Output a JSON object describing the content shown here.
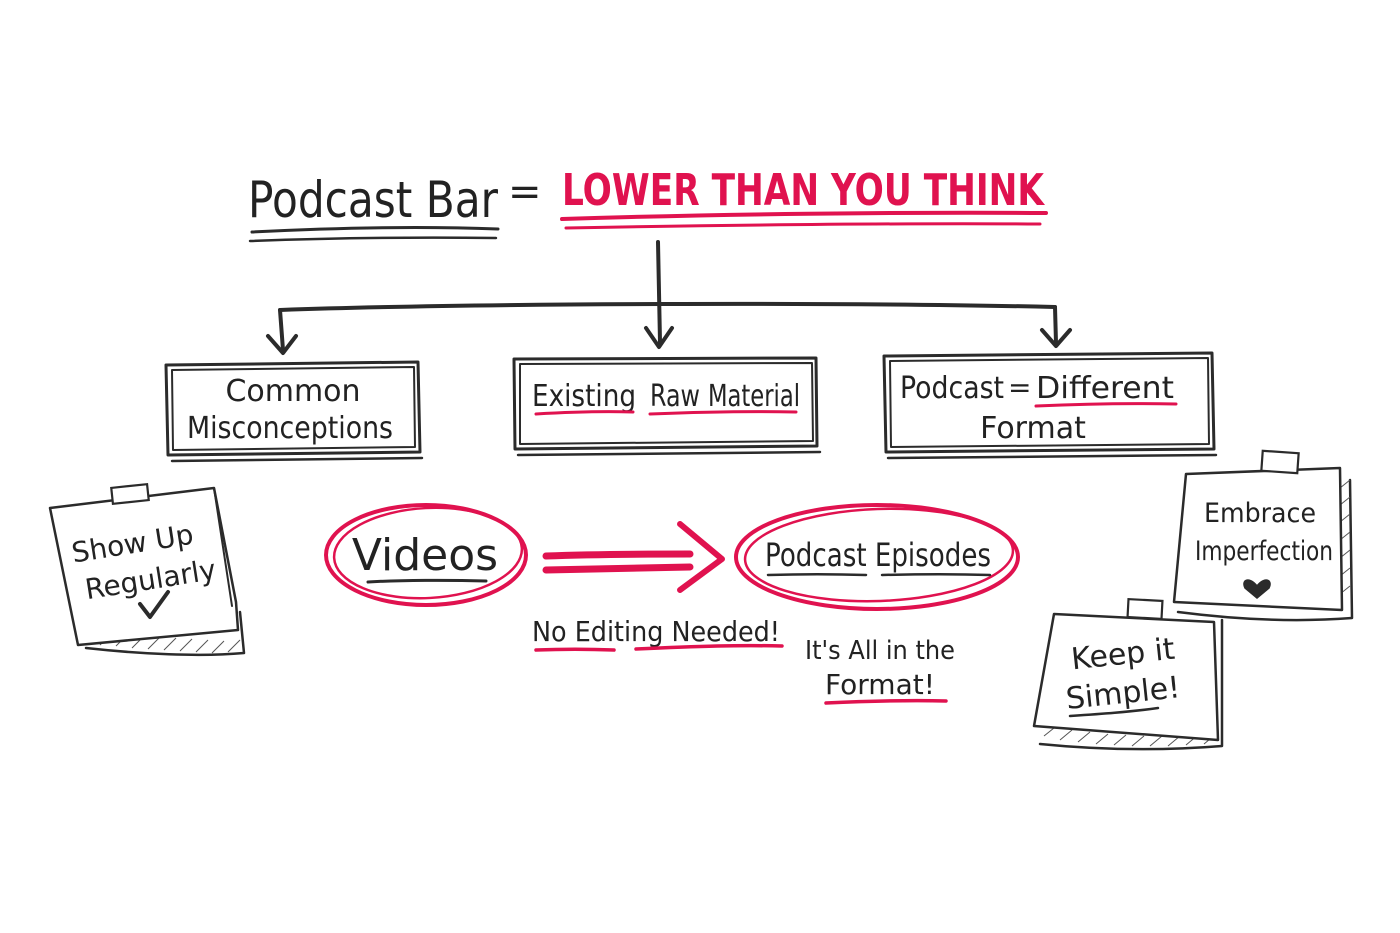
{
  "title": {
    "left": "Podcast Bar",
    "equals": "=",
    "right": "LOWER THAN YOU THINK"
  },
  "boxes": {
    "left": {
      "line1": "Common",
      "line2": "Misconceptions"
    },
    "middle": {
      "word1": "Existing",
      "word2": "Raw",
      "word3": "Material"
    },
    "right": {
      "word1": "Podcast",
      "equals": "=",
      "word2": "Different",
      "line2": "Format"
    }
  },
  "flow": {
    "from": "Videos",
    "to": "Podcast Episodes",
    "note1": "No Editing Needed!",
    "note2_line1": "It's All in the",
    "note2_line2": "Format!"
  },
  "notes": {
    "show_up": {
      "line1": "Show Up",
      "line2": "Regularly"
    },
    "embrace": {
      "line1": "Embrace",
      "line2": "Imperfection"
    },
    "keep_simple": {
      "line1": "Keep it",
      "line2": "Simple!"
    }
  },
  "colors": {
    "ink": "#2b2b2b",
    "accent": "#e0124f",
    "background": "#ffffff"
  }
}
